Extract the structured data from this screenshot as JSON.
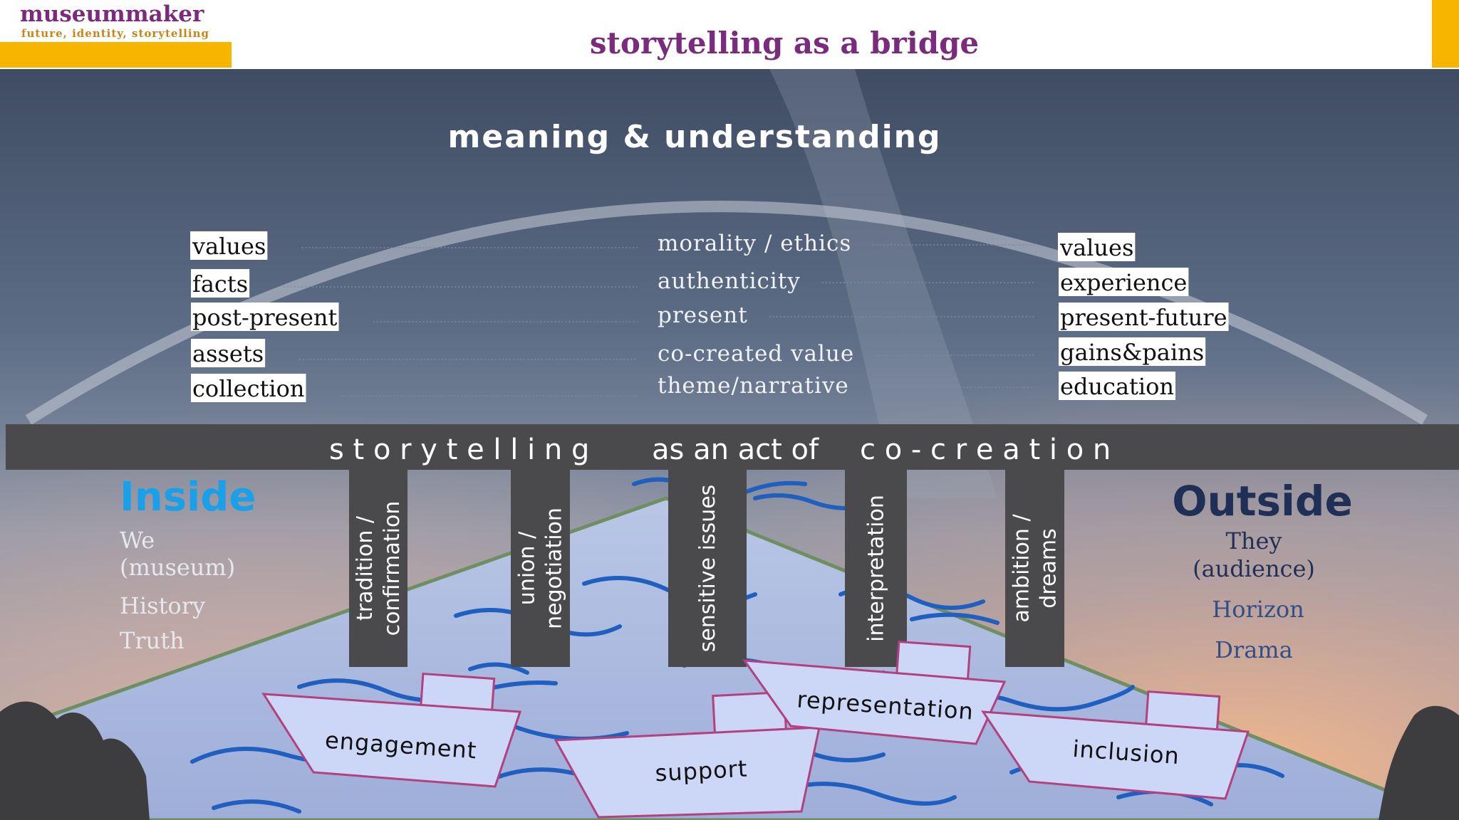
{
  "header": {
    "logo_text": "museummaker",
    "logo_tagline": "future, identity, storytelling",
    "slide_title": "storytelling as a bridge"
  },
  "arch_title": "meaning & understanding",
  "left_terms": [
    "values",
    "facts",
    "post-present",
    "assets",
    "collection"
  ],
  "center_terms": [
    "morality / ethics",
    "authenticity",
    "present",
    "co-created value",
    "theme/narrative"
  ],
  "right_terms": [
    "values",
    "experience",
    "present-future",
    "gains&pains",
    "education"
  ],
  "bridge_deck": {
    "part1": "s t o r y t e l l i n g",
    "part2": "as an act of",
    "part3": "c o - c r e a t i o n"
  },
  "pillars": [
    {
      "line1": "tradition /",
      "line2": "confirmation"
    },
    {
      "line1": "union /",
      "line2": "negotiation"
    },
    {
      "line1": "sensitive issues",
      "line2": ""
    },
    {
      "line1": "interpretation",
      "line2": ""
    },
    {
      "line1": "ambition /",
      "line2": "dreams"
    }
  ],
  "inside": {
    "title": "Inside",
    "line1": "We",
    "line2": "(museum)",
    "line3": "History",
    "line4": "Truth"
  },
  "outside": {
    "title": "Outside",
    "line1": "They",
    "line2": "(audience)",
    "line3": "Horizon",
    "line4": "Drama"
  },
  "boats": [
    "engagement",
    "support",
    "representation",
    "inclusion"
  ],
  "colors": {
    "brand_purple": "#7b2b7d",
    "brand_yellow": "#f7b500",
    "inside_blue": "#1aa0e8",
    "outside_navy": "#1f2f55",
    "deck_gray": "#4a4a4c",
    "boat_fill": "#ccd6f6",
    "boat_stroke": "#b2417f",
    "wave_blue": "#1e5fc0"
  }
}
